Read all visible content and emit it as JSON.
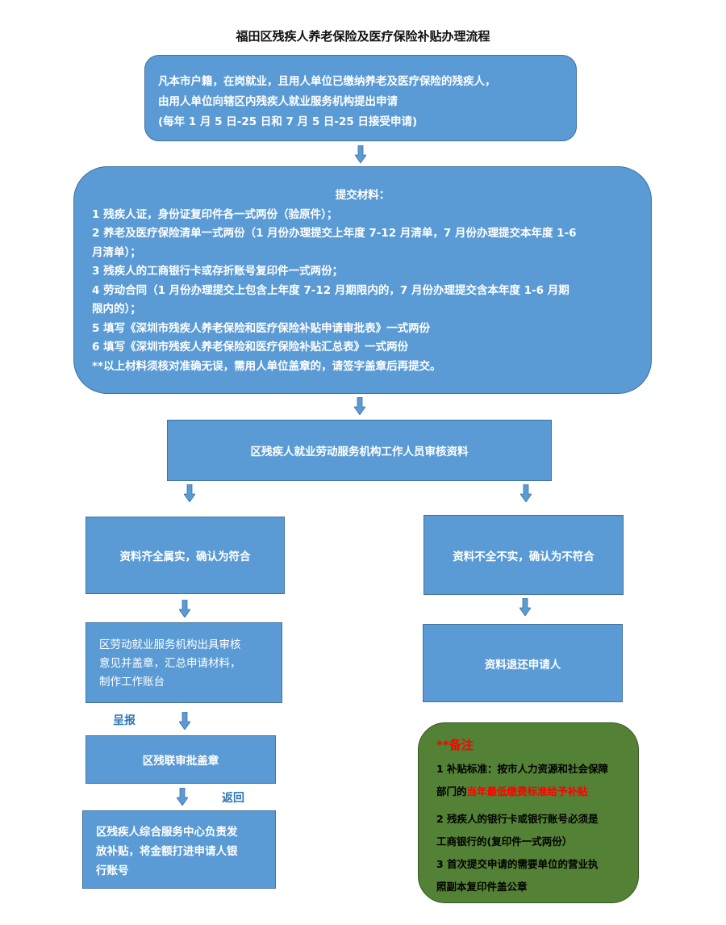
{
  "title": "福田区残疾人养老保险及医疗保险补贴办理流程",
  "step1": {
    "lines": [
      "凡本市户籍，在岗就业，且用人单位已缴纳养老及医疗保险的残疾人，",
      "由用人单位向辖区内残疾人就业服务机构提出申请",
      "(每年 1 月 5 日-25 日和 7 月 5 日-25 日接受申请)"
    ]
  },
  "materials": {
    "heading": "提交材料：",
    "lines": [
      "1 残疾人证，身份证复印件各一式两份（验原件）；",
      "2 养老及医疗保险清单一式两份（1 月份办理提交上年度 7-12 月清单，7 月份办理提交本年度 1-6",
      "月清单）；",
      "3 残疾人的工商银行卡或存折账号复印件一式两份；",
      "4 劳动合同（1 月份办理提交上包含上年度 7-12 月期限内的，7 月份办理提交含本年度 1-6 月期",
      "限内的）；",
      "5 填写《深圳市残疾人养老保险和医疗保险补贴申请审批表》一式两份",
      "6 填写《深圳市残疾人养老保险和医疗保险补贴汇总表》一式两份",
      "**以上材料须核对准确无误，需用人单位盖章的，请签字盖章后再提交。"
    ]
  },
  "review": "区残疾人就业劳动服务机构工作人员审核资料",
  "approved": "资料齐全属实，确认为符合",
  "rejected": "资料不全不实，确认为不符合",
  "issue_opinion": {
    "lines": [
      "区劳动就业服务机构出具审核",
      "意见并盖章，汇总申请材料，",
      "制作工作账台"
    ]
  },
  "return_to_applicant": "资料退还申请人",
  "label_submit": "呈报",
  "district_approval": "区残联审批盖章",
  "label_return": "返回",
  "final_step": {
    "lines": [
      "区残疾人综合服务中心负责发",
      "放补贴，将金额打进申请人银",
      "行账号"
    ]
  },
  "note": {
    "title": "**备注",
    "item1_line1": "1 补贴标准：按市人力资源和社会保障",
    "item1_line2_prefix": "部门的",
    "item1_line2_highlight": "当年最低缴费标准给予补贴",
    "item2_line1": "2 残疾人的银行卡或银行账号必须是",
    "item2_line2": "工商银行的(复印件一式两份）",
    "item3_line1": "3 首次提交申请的需要单位的营业执",
    "item3_line2": "照副本复印件盖公章"
  },
  "colors": {
    "box_fill": "#5b9bd5",
    "box_border": "#41719c",
    "note_fill": "#538135",
    "highlight": "#ff0000",
    "label_blue": "#2e75b6"
  }
}
